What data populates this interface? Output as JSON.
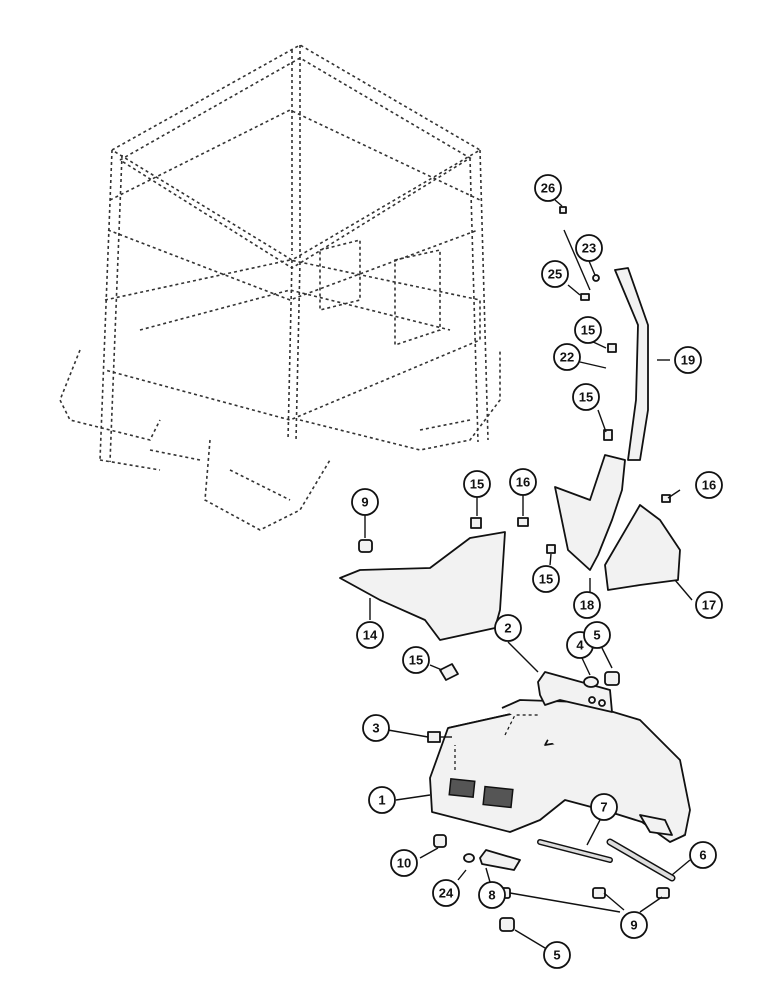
{
  "callouts": [
    {
      "id": "c1",
      "label": "1"
    },
    {
      "id": "c2",
      "label": "2"
    },
    {
      "id": "c3",
      "label": "3"
    },
    {
      "id": "c4",
      "label": "4"
    },
    {
      "id": "c5a",
      "label": "5"
    },
    {
      "id": "c5b",
      "label": "5"
    },
    {
      "id": "c6",
      "label": "6"
    },
    {
      "id": "c7",
      "label": "7"
    },
    {
      "id": "c8",
      "label": "8"
    },
    {
      "id": "c9a",
      "label": "9"
    },
    {
      "id": "c9b",
      "label": "9"
    },
    {
      "id": "c10",
      "label": "10"
    },
    {
      "id": "c14",
      "label": "14"
    },
    {
      "id": "c15a",
      "label": "15"
    },
    {
      "id": "c15b",
      "label": "15"
    },
    {
      "id": "c15c",
      "label": "15"
    },
    {
      "id": "c15d",
      "label": "15"
    },
    {
      "id": "c15e",
      "label": "15"
    },
    {
      "id": "c16a",
      "label": "16"
    },
    {
      "id": "c16b",
      "label": "16"
    },
    {
      "id": "c17",
      "label": "17"
    },
    {
      "id": "c18",
      "label": "18"
    },
    {
      "id": "c19",
      "label": "19"
    },
    {
      "id": "c22",
      "label": "22"
    },
    {
      "id": "c23",
      "label": "23"
    },
    {
      "id": "c24",
      "label": "24"
    },
    {
      "id": "c25",
      "label": "25"
    },
    {
      "id": "c26",
      "label": "26"
    }
  ]
}
